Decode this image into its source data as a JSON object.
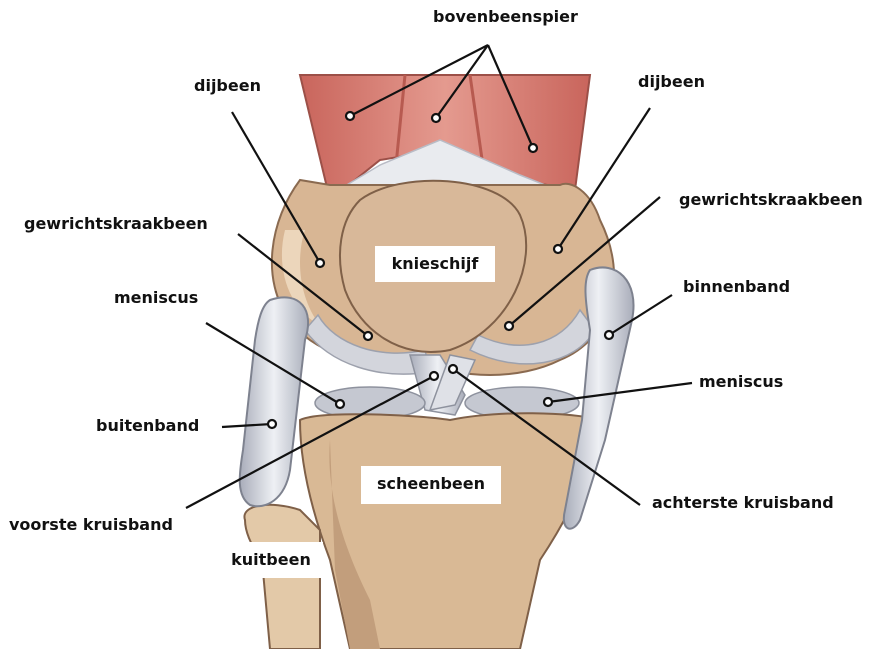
{
  "labels": {
    "bovenbeenspier": "bovenbeenspier",
    "dijbeen_left": "dijbeen",
    "dijbeen_right": "dijbeen",
    "kraakbeen_left": "gewrichtskraakbeen",
    "kraakbeen_right": "gewrichtskraakbeen",
    "knieschijf": "knieschijf",
    "binnenband": "binnenband",
    "meniscus_left": "meniscus",
    "meniscus_right": "meniscus",
    "buitenband": "buitenband",
    "scheenbeen": "scheenbeen",
    "voorste_kruisband": "voorste kruisband",
    "achterste_kruisband": "achterste kruisband",
    "kuitbeen": "kuitbeen"
  },
  "colors": {
    "bone": "#e2c7a6",
    "bone_dark": "#c4a283",
    "muscle": "#d9796e",
    "cartilage": "#d6d8dd",
    "ligament": "#c9ccd6",
    "line": "#111111"
  }
}
